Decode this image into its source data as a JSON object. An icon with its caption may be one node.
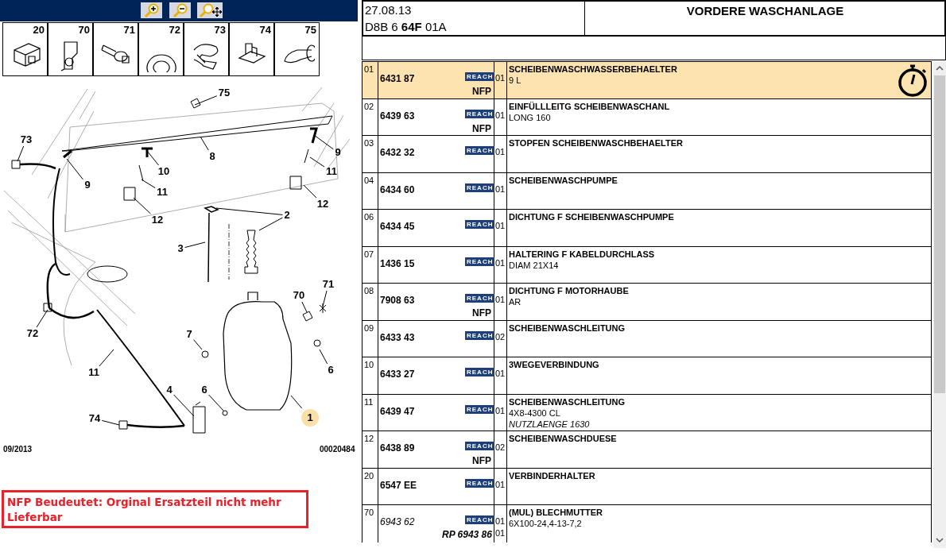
{
  "diagram": {
    "title": "VORDERE WASCHANLAGE",
    "nodes": [
      {
        "text": [
          "75"
        ]
      },
      {
        "text": [
          "73"
        ]
      },
      {
        "text": [
          "9"
        ]
      },
      {
        "text": [
          "8"
        ]
      },
      {
        "text": [
          "10"
        ]
      },
      {
        "text": [
          "11"
        ]
      },
      {
        "text": [
          "9"
        ]
      },
      {
        "text": [
          "11"
        ]
      },
      {
        "text": [
          "12"
        ]
      },
      {
        "text": [
          "2"
        ]
      },
      {
        "text": [
          "12"
        ]
      },
      {
        "text": [
          "3"
        ]
      },
      {
        "text": [
          "71"
        ]
      },
      {
        "text": [
          "70"
        ]
      },
      {
        "text": [
          "72"
        ]
      },
      {
        "text": [
          "7"
        ]
      },
      {
        "text": [
          "6"
        ]
      },
      {
        "text": [
          "11"
        ]
      },
      {
        "text": [
          "4"
        ]
      },
      {
        "text": [
          "6"
        ]
      },
      {
        "text": [
          "74"
        ]
      },
      {
        "text": [
          "1"
        ]
      }
    ],
    "edges": [
      {
        "from": 0,
        "to": null,
        "arrow": "none"
      },
      {
        "from": 1,
        "to": null,
        "arrow": "none"
      },
      {
        "from": 2,
        "to": null,
        "arrow": "none"
      },
      {
        "from": 3,
        "to": null,
        "arrow": "none"
      },
      {
        "from": 4,
        "to": null,
        "arrow": "none"
      },
      {
        "from": 5,
        "to": null,
        "arrow": "none"
      },
      {
        "from": 6,
        "to": null,
        "arrow": "none"
      },
      {
        "from": 7,
        "to": null,
        "arrow": "none"
      },
      {
        "from": 8,
        "to": null,
        "arrow": "none"
      },
      {
        "from": 9,
        "to": null,
        "arrow": "none"
      },
      {
        "from": 9,
        "to": null,
        "arrow": "none"
      },
      {
        "from": 10,
        "to": null,
        "arrow": "none"
      },
      {
        "from": 11,
        "to": null,
        "arrow": "none"
      },
      {
        "from": 12,
        "to": null,
        "arrow": "none"
      },
      {
        "from": 13,
        "to": null,
        "arrow": "none"
      },
      {
        "from": 14,
        "to": null,
        "arrow": "none"
      },
      {
        "from": 15,
        "to": null,
        "arrow": "none"
      },
      {
        "from": 16,
        "to": null,
        "arrow": "none"
      },
      {
        "from": 17,
        "to": null,
        "arrow": "none"
      },
      {
        "from": 18,
        "to": null,
        "arrow": "none"
      },
      {
        "from": 19,
        "to": null,
        "arrow": "none"
      },
      {
        "from": 20,
        "to": null,
        "arrow": "none"
      },
      {
        "from": 21,
        "to": null,
        "arrow": "none"
      }
    ],
    "labels": [
      "27.08.13",
      "20",
      "70",
      "71",
      "72",
      "73",
      "74",
      "75",
      "D8B 6 **64F** 01A",
      "09/2013",
      "00020484",
      "01",
      "6431 87",
      "REACH",
      "NFP",
      "01",
      "SCHEIBENWASCHWASSERBEHAELTER",
      "9 L",
      "02",
      "6439 63",
      "REACH",
      "NFP",
      "01",
      "EINFÜLLLEITG SCHEIBENWASCHANL",
      "LONG 160",
      "03",
      "6432 32",
      "REACH",
      "01",
      "STOPFEN SCHEIBENWASCHBEHAELTER",
      "04",
      "6434 60",
      "REACH",
      "01",
      "SCHEIBENWASCHPUMPE",
      "06",
      "6434 45",
      "REACH",
      "01",
      "DICHTUNG F SCHEIBENWASCHPUMPE",
      "07",
      "1436 15",
      "REACH",
      "01",
      "HALTERING F KABELDURCHLASS",
      "DIAM 21X14",
      "08",
      "7908 63",
      "REACH",
      "NFP",
      "01",
      "DICHTUNG F MOTORHAUBE",
      "AR",
      "09",
      "6433 43",
      "REACH",
      "02",
      "SCHEIBENWASCHLEITUNG",
      "10",
      "6433 27",
      "REACH",
      "01",
      "3WEGEVERBINDUNG",
      "11",
      "6439 47",
      "REACH",
      "01",
      "SCHEIBENWASCHLEITUNG",
      "4X8-4300 CL",
      "NUTZLAENGE 1630",
      "12",
      "6438 89",
      "REACH",
      "NFP",
      "02",
      "SCHEIBENWASCHDUESE",
      "20",
      "6547 EE",
      "REACH",
      "01",
      "VERBINDERHALTER",
      "70",
      "6943 62",
      "REACH",
      "RP 6943 86",
      "01",
      "01",
      "(MUL) BLECHMUTTER",
      "6X100-24,4-13-7,2",
      "NFP Beudeutet: Orginal Ersatzteil nicht mehr Lieferbar"
    ]
  }
}
